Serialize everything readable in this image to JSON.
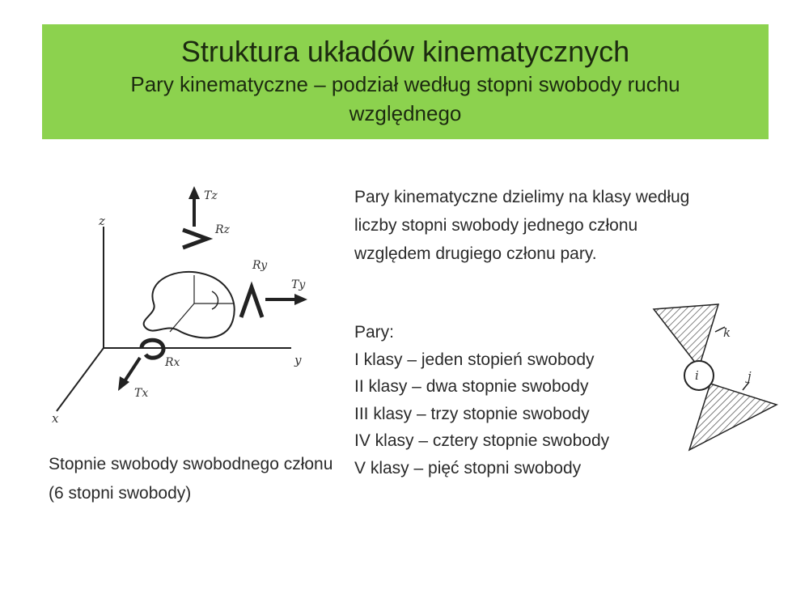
{
  "title": {
    "main": "Struktura układów kinematycznych",
    "sub": "Pary kinematyczne – podział według stopni swobody ruchu względnego"
  },
  "intro": "Pary kinematyczne dzielimy na klasy według liczby stopni swobody jednego członu względem drugiego członu pary.",
  "pairs": {
    "heading": "Pary:",
    "classes": [
      "I  klasy – jeden stopień swobody",
      "II klasy – dwa stopnie swobody",
      "III klasy – trzy stopnie swobody",
      "IV klasy – cztery stopnie swobody",
      "V klasy – pięć stopni swobody"
    ]
  },
  "caption": "Stopnie swobody swobodnego członu (6 stopni swobody)",
  "figure_left": {
    "axes": {
      "x": "x",
      "y": "y",
      "z": "z"
    },
    "symbols": {
      "Tz": "Tz",
      "Rz": "Rz",
      "Ry": "Ry",
      "Ty": "Ty",
      "Rx": "Rx",
      "Tx": "Tx"
    }
  },
  "figure_right": {
    "center_label": "i",
    "label_k": "k",
    "label_j": "j"
  },
  "colors": {
    "title_bg": "#8cd24e"
  }
}
